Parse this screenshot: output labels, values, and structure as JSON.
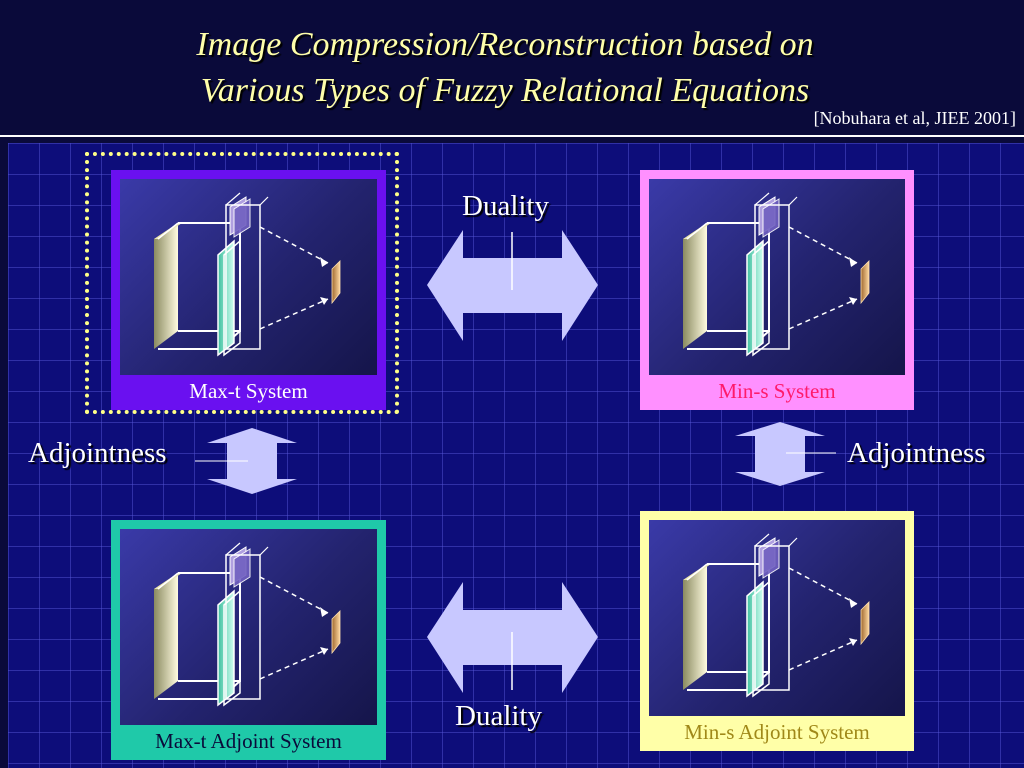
{
  "title": {
    "line1": "Image Compression/Reconstruction based on",
    "line2": "Various Types of Fuzzy Relational Equations"
  },
  "citation": "[Nobuhara et al, JIEE 2001]",
  "panels": [
    {
      "label": "Max-t System",
      "frame_color": "#6a10f0",
      "label_color": "#ffffff"
    },
    {
      "label": "Min-s System",
      "frame_color": "#ff90ff",
      "label_color": "#ff1a6a"
    },
    {
      "label": "Max-t Adjoint System",
      "frame_color": "#1fc9a9",
      "label_color": "#0a0a3a"
    },
    {
      "label": "Min-s Adjoint System",
      "frame_color": "#ffffa8",
      "label_color": "#a08818"
    }
  ],
  "relations": {
    "duality_top": "Duality",
    "duality_bottom": "Duality",
    "adjointness_left": "Adjointness",
    "adjointness_right": "Adjointness"
  },
  "colors": {
    "background": "#0a0a3a",
    "grid": "#0d0d7a",
    "title": "#ffffaa",
    "arrow_fill": "#c8c8ff",
    "highlight_border": "#ffff88"
  },
  "icons": {
    "panel_figure": "compression-diagram-icon",
    "horizontal_arrow": "double-arrow-horizontal-icon",
    "vertical_arrow": "double-arrow-vertical-icon"
  }
}
